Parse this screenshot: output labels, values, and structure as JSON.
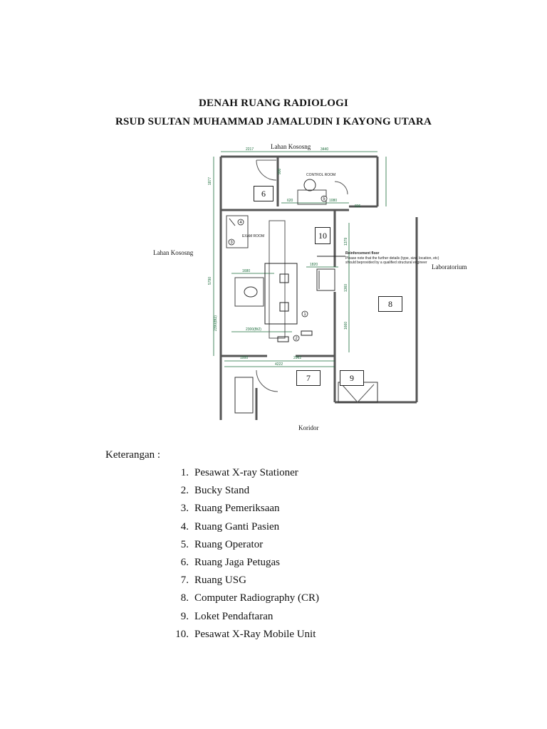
{
  "document": {
    "title_line1": "DENAH RUANG RADIOLOGI",
    "title_line2": "RSUD SULTAN MUHAMMAD JAMALUDIN I KAYONG UTARA"
  },
  "floor_plan": {
    "labels": {
      "top": "Lahan Kososng",
      "left": "Lahan Kososng",
      "right": "Laboratorium",
      "bottom": "Koridor",
      "control_room": "CONTROL ROOM",
      "exam_room": "EXAM ROOM",
      "reinforcement_title": "Reinforcement floor",
      "reinforcement_note1": "Please note that the further details (type, size, location, etc)",
      "reinforcement_note2": "should beprovided by a qualified structural engineer"
    },
    "dimensions": {
      "top_left": "2217",
      "top_right": "3440",
      "d_620": "620",
      "d_1080": "1080",
      "d_836": "836",
      "d_1680": "1680",
      "d_1820": "1820",
      "d_2300": "2300(Bt2)",
      "d_1000": "1000",
      "d_2962": "2962",
      "d_4222": "4222",
      "d_1877": "1877",
      "d_5790": "5790",
      "d_2390": "2390(Bt2)",
      "d_1379": "1379",
      "d_1360": "1360",
      "d_1660": "1660",
      "d_900": "900"
    },
    "room_numbers": [
      "6",
      "10",
      "8",
      "7",
      "9"
    ],
    "equipment_markers": [
      "1",
      "2",
      "3",
      "4",
      "5"
    ]
  },
  "legend": {
    "heading": "Keterangan :",
    "items": [
      {
        "num": "1.",
        "text": "Pesawat X-ray Stationer"
      },
      {
        "num": "2.",
        "text": "Bucky Stand"
      },
      {
        "num": "3.",
        "text": "Ruang Pemeriksaan"
      },
      {
        "num": "4.",
        "text": "Ruang Ganti Pasien"
      },
      {
        "num": "5.",
        "text": "Ruang Operator"
      },
      {
        "num": "6.",
        "text": "Ruang Jaga Petugas"
      },
      {
        "num": "7.",
        "text": "Ruang USG"
      },
      {
        "num": "8.",
        "text": "Computer Radiography (CR)"
      },
      {
        "num": "9.",
        "text": "Loket Pendaftaran"
      },
      {
        "num": "10.",
        "text": "Pesawat X-Ray Mobile Unit"
      }
    ]
  }
}
